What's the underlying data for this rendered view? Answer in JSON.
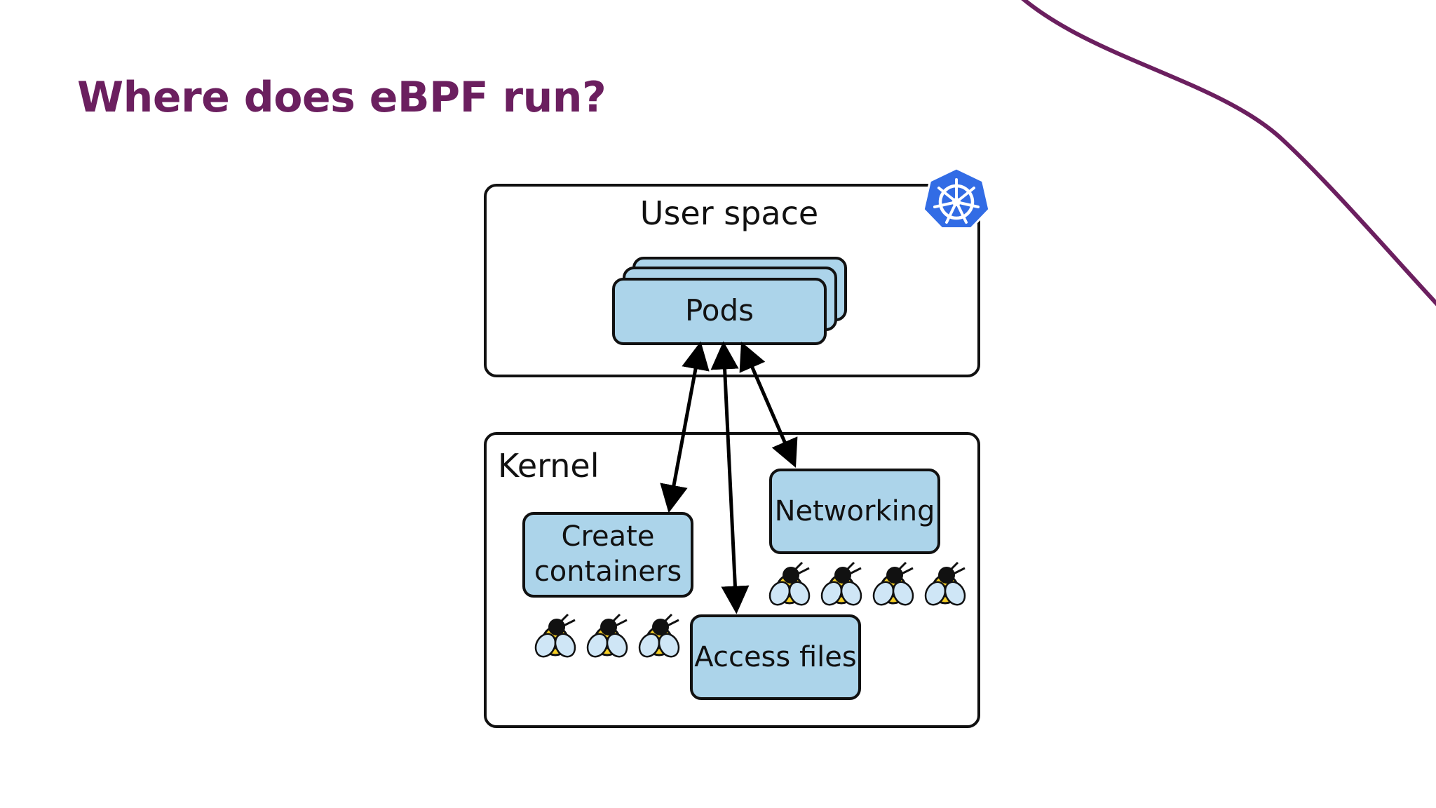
{
  "slide": {
    "title": "Where does eBPF run?",
    "accent_color": "#6b1f5f",
    "decoration": "curved-line-top-right"
  },
  "diagram": {
    "user_space": {
      "label": "User space",
      "logo": "kubernetes-helm-icon"
    },
    "pods": {
      "label": "Pods"
    },
    "kernel": {
      "label": "Kernel",
      "boxes": {
        "create_containers": [
          "Create",
          "containers"
        ],
        "networking": "Networking",
        "access_files": "Access files"
      }
    },
    "box_fill": "#acd4ea",
    "logo_color": "#326ce5",
    "ebpf_icon": "bee-icon"
  }
}
